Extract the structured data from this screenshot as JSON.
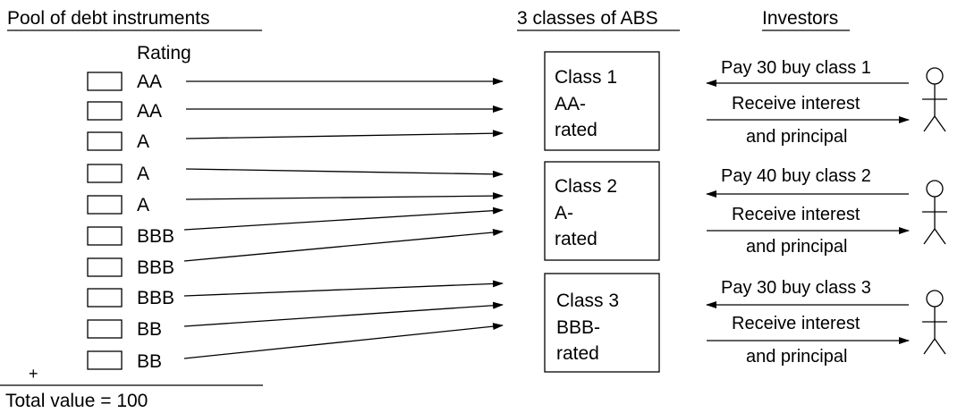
{
  "headers": {
    "pool": "Pool of debt instruments",
    "classes": "3 classes of ABS",
    "investors": "Investors"
  },
  "rating_header": "Rating",
  "instruments": [
    {
      "rating": "AA"
    },
    {
      "rating": "AA"
    },
    {
      "rating": "A"
    },
    {
      "rating": "A"
    },
    {
      "rating": "A"
    },
    {
      "rating": "BBB"
    },
    {
      "rating": "BBB"
    },
    {
      "rating": "BBB"
    },
    {
      "rating": "BB"
    },
    {
      "rating": "BB"
    }
  ],
  "classes": [
    {
      "line1": "Class 1",
      "line2": "AA-",
      "line3": "rated"
    },
    {
      "line1": "Class 2",
      "line2": "A-",
      "line3": "rated"
    },
    {
      "line1": "Class 3",
      "line2": "BBB-",
      "line3": "rated"
    }
  ],
  "investors": [
    {
      "pay": "Pay 30 buy class 1",
      "receive1": "Receive interest",
      "receive2": "and principal"
    },
    {
      "pay": "Pay 40 buy class 2",
      "receive1": "Receive interest",
      "receive2": "and principal"
    },
    {
      "pay": "Pay 30 buy class 3",
      "receive1": "Receive interest",
      "receive2": "and principal"
    }
  ],
  "plus_sign": "+",
  "total": "Total value = 100"
}
